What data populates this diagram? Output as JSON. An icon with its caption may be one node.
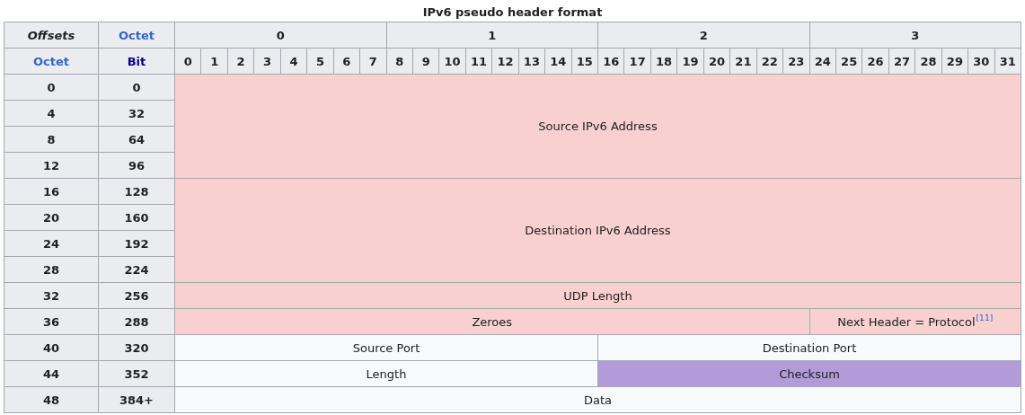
{
  "diagram": {
    "title": "IPv6 pseudo header format",
    "labels": [
      "Offsets",
      "Octet",
      "0",
      "1",
      "2",
      "3",
      "Octet",
      "Bit",
      "0",
      "1",
      "2",
      "3",
      "4",
      "5",
      "6",
      "7",
      "8",
      "9",
      "10",
      "11",
      "12",
      "13",
      "14",
      "15",
      "16",
      "17",
      "18",
      "19",
      "20",
      "21",
      "22",
      "23",
      "24",
      "25",
      "26",
      "27",
      "28",
      "29",
      "30",
      "31",
      "0",
      "0",
      "Source IPv6 Address",
      "4",
      "32",
      "8",
      "64",
      "12",
      "96",
      "16",
      "128",
      "Destination IPv6 Address",
      "20",
      "160",
      "24",
      "192",
      "28",
      "224",
      "32",
      "256",
      "UDP Length",
      "36",
      "288",
      "Zeroes",
      "Next Header = Protocol$^{[11]}$",
      "40",
      "320",
      "Source Port",
      "Destination Port",
      "44",
      "352",
      "Length",
      "Checksum",
      "48",
      "384+",
      "Data"
    ]
  }
}
